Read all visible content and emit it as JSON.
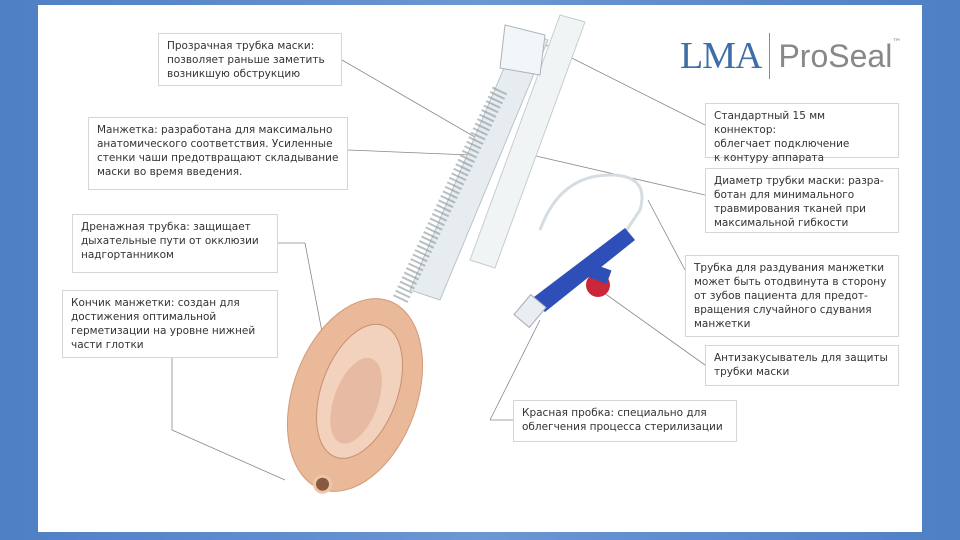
{
  "logo": {
    "brand": "LMA",
    "product": "ProSeal",
    "trademark": "™"
  },
  "callouts": [
    {
      "id": "transparent-tube",
      "text": "Прозрачная трубка маски:\nпозволяет раньше заметить\nвозникшую обструкцию"
    },
    {
      "id": "cuff",
      "text": "Манжетка: разработана для максимально\nанатомического соответствия. Усиленные\nстенки чаши предотвращают складывание\nмаски во время введения."
    },
    {
      "id": "drain-tube",
      "text": "Дренажная трубка: защищает\nдыхательные пути от окклюзии\nнадгортанником"
    },
    {
      "id": "cuff-tip",
      "text": "Кончик манжетки: создан для\nдостижения оптимальной\nгерметизации на уровне нижней\nчасти глотки"
    },
    {
      "id": "connector",
      "text": "Стандартный 15 мм коннектор:\nоблегчает подключение\nк контуру аппарата"
    },
    {
      "id": "tube-diameter",
      "text": "Диаметр трубки маски: разра-\nботан для минимального\nтравмирования тканей при\nмаксимальной гибкости"
    },
    {
      "id": "inflation-line",
      "text": "Трубка для раздувания манжетки\nможет быть отодвинута в сторону\nот зубов пациента для предот-\nвращения случайного сдувания\nманжетки"
    },
    {
      "id": "bite-block",
      "text": "Антизакусыватель для защиты\nтрубки маски"
    },
    {
      "id": "red-plug",
      "text": "Красная пробка: специально для\nоблегчения процесса стерилизации"
    }
  ],
  "colors": {
    "background": "#5a86c6",
    "logo_blue": "#3e6ea8",
    "cuff": "#e9b99a",
    "valve_blue": "#2f4fb8",
    "plug_red": "#c8283a"
  }
}
